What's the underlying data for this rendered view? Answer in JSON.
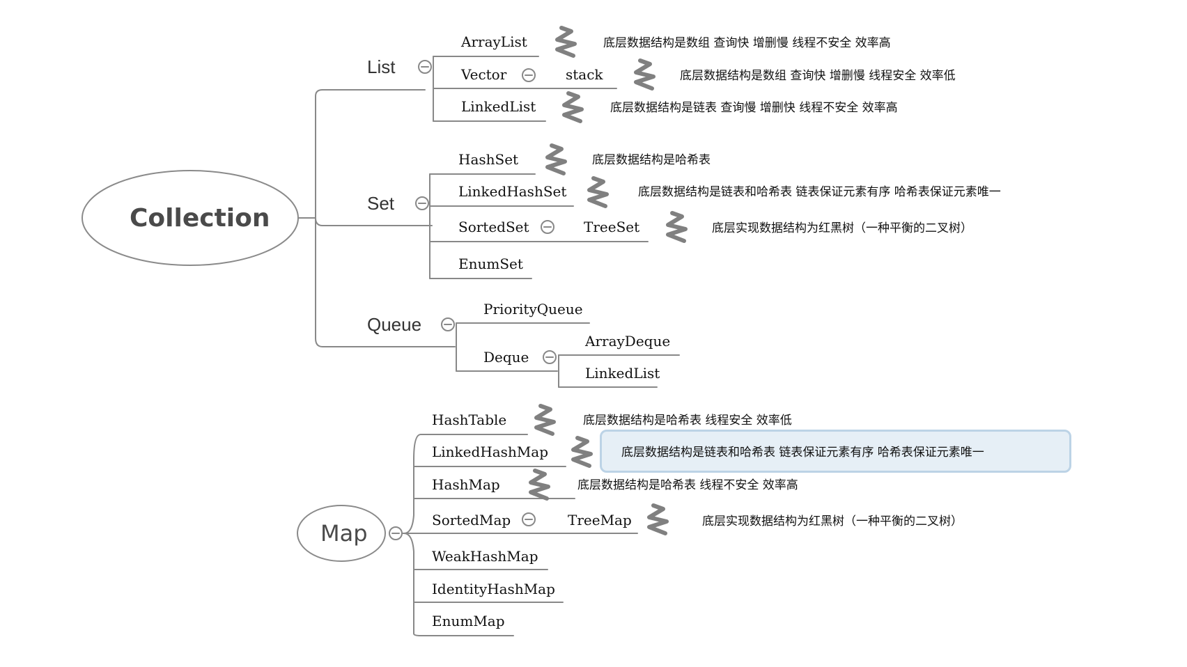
{
  "diagram": {
    "collection": {
      "root": "Collection",
      "list": {
        "label": "List",
        "array_list": "ArrayList",
        "array_list_note": "底层数据结构是数组 查询快 增删慢 线程不安全 效率高",
        "vector": "Vector",
        "stack": "stack",
        "vector_note": "底层数据结构是数组 查询快 增删慢 线程安全 效率低",
        "linked_list": "LinkedList",
        "linked_list_note": "底层数据结构是链表 查询慢  增删快  线程不安全 效率高"
      },
      "set": {
        "label": "Set",
        "hash_set": "HashSet",
        "hash_set_note": "底层数据结构是哈希表",
        "linked_hash_set": "LinkedHashSet",
        "linked_hash_set_note": "底层数据结构是链表和哈希表  链表保证元素有序  哈希表保证元素唯一",
        "sorted_set": "SortedSet",
        "tree_set": "TreeSet",
        "tree_set_note": "底层实现数据结构为红黑树（一种平衡的二叉树）",
        "enum_set": "EnumSet"
      },
      "queue": {
        "label": "Queue",
        "priority_queue": "PriorityQueue",
        "deque": "Deque",
        "array_deque": "ArrayDeque",
        "linked_list": "LinkedList"
      }
    },
    "map": {
      "root": "Map",
      "hash_table": "HashTable",
      "hash_table_note": "底层数据结构是哈希表  线程安全 效率低",
      "linked_hash_map": "LinkedHashMap",
      "linked_hash_map_note": "底层数据结构是链表和哈希表  链表保证元素有序  哈希表保证元素唯一",
      "hash_map": "HashMap",
      "hash_map_note": "底层数据结构是哈希表 线程不安全 效率高",
      "sorted_map": "SortedMap",
      "tree_map": "TreeMap",
      "tree_map_note": "底层实现数据结构为红黑树（一种平衡的二叉树）",
      "weak_hash_map": "WeakHashMap",
      "identity_hash_map": "IdentityHashMap",
      "enum_map": "EnumMap"
    },
    "colors": {
      "line": "#888888",
      "brace": "#808080",
      "selected_fill": "#e6eff6",
      "selected_border": "#bcd3e6"
    }
  }
}
